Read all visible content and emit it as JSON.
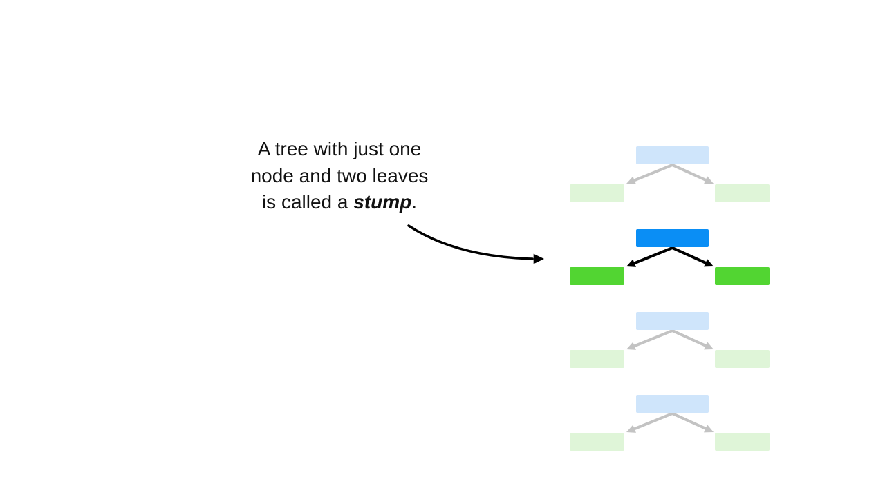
{
  "caption": {
    "line1": "A tree with just one",
    "line2": "node and two leaves",
    "line3_prefix": "is called a ",
    "line3_emphasis": "stump",
    "line3_suffix": "."
  },
  "colors": {
    "node_active": "#0a8ef5",
    "leaf_active": "#52d532",
    "edge_active": "#000000",
    "node_faded": "#cfe5fb",
    "leaf_faded": "#dff5d8",
    "edge_faded": "#c3c3c3",
    "pointer": "#000000"
  },
  "stumps": [
    {
      "state": "faded"
    },
    {
      "state": "active"
    },
    {
      "state": "faded"
    },
    {
      "state": "faded"
    }
  ]
}
